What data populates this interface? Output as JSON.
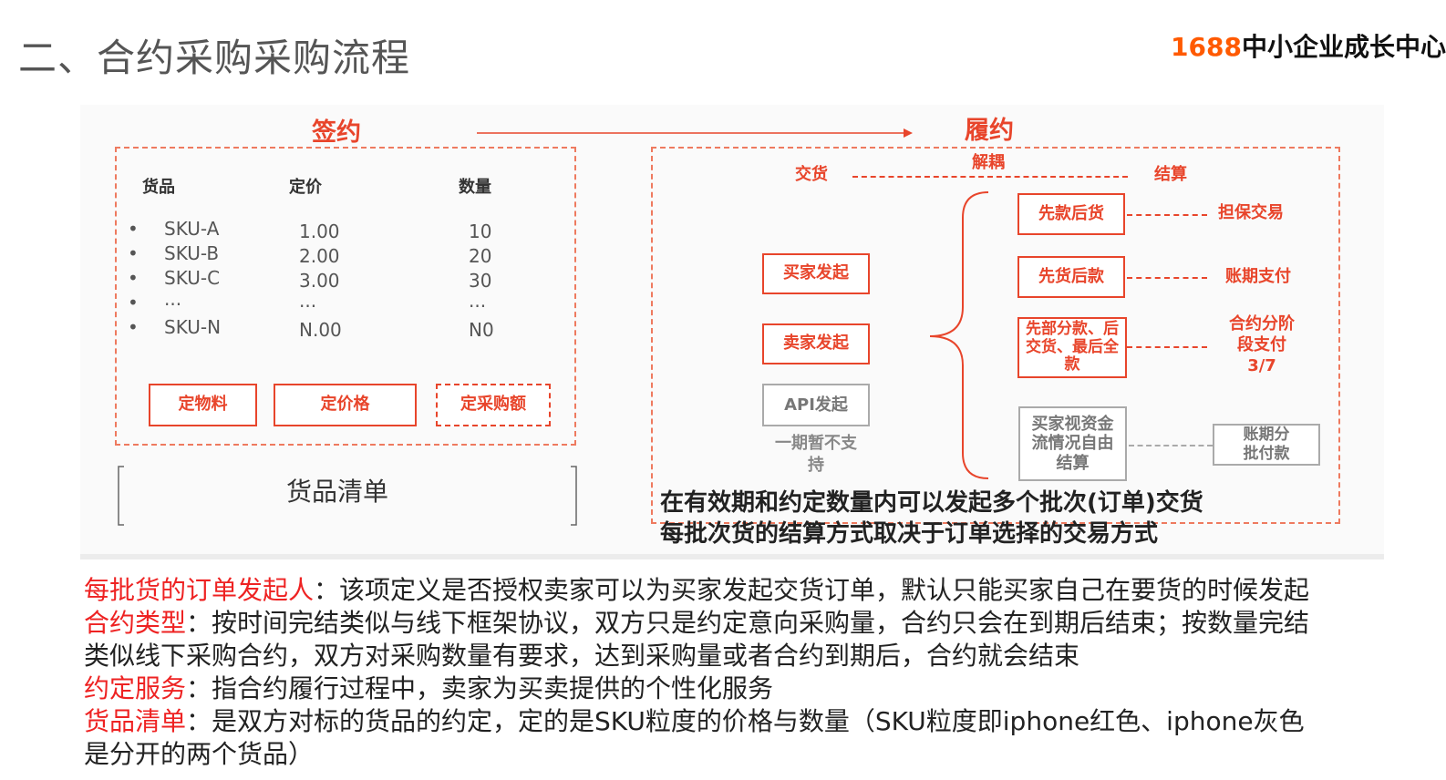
{
  "header": {
    "title": "二、合约采购采购流程",
    "logo_number": "1688",
    "logo_text": "中小企业成长中心"
  },
  "diagram": {
    "sign_title": "签约",
    "fulfill_title": "履约",
    "table": {
      "headers": [
        "货品",
        "定价",
        "数量"
      ],
      "rows": [
        {
          "sku": "SKU-A",
          "price": "1.00",
          "qty": "10"
        },
        {
          "sku": "SKU-B",
          "price": "2.00",
          "qty": "20"
        },
        {
          "sku": "SKU-C",
          "price": "3.00",
          "qty": "30"
        },
        {
          "sku": "...",
          "price": "...",
          "qty": "..."
        },
        {
          "sku": "SKU-N",
          "price": "N.00",
          "qty": "N0"
        }
      ]
    },
    "buttons": [
      "定物料",
      "定价格",
      "定采购额"
    ],
    "goods_list": "货品清单",
    "delivery": "交货",
    "decouple": "解耦",
    "settlement": "结算",
    "initiators": [
      "买家发起",
      "卖家发起",
      "API发起"
    ],
    "api_note": "一期暂不支持",
    "modes": [
      "先款后货",
      "先货后款",
      "先部分款、后交货、最后全款",
      "买家视资金流情况自由结算"
    ],
    "mode_results": [
      "担保交易",
      "账期支付",
      "合约分阶段支付3/7",
      "账期分批付款"
    ],
    "note_line1": "在有效期和约定数量内可以发起多个批次(订单)交货",
    "note_line2": "每批次货的结算方式取决于订单选择的交易方式"
  },
  "descriptions": [
    {
      "key": "每批货的订单发起人",
      "text": "：该项定义是否授权卖家可以为买家发起交货订单，默认只能买家自己在要货的时候发起"
    },
    {
      "key": "合约类型",
      "text": "：按时间完结类似与线下框架协议，双方只是约定意向采购量，合约只会在到期后结束；按数量完结"
    },
    {
      "key": "",
      "text": "类似线下采购合约，双方对采购数量有要求，达到采购量或者合约到期后，合约就会结束"
    },
    {
      "key": "约定服务",
      "text": "：指合约履行过程中，卖家为买卖提供的个性化服务"
    },
    {
      "key": "货品清单",
      "text": "：是双方对标的货品的约定，定的是SKU粒度的价格与数量（SKU粒度即iphone红色、iphone灰色"
    },
    {
      "key": "",
      "text": "是分开的两个货品）"
    }
  ],
  "colors": {
    "accent": "#e8452b",
    "key_red": "#ee2222",
    "logo_orange": "#ff5a00"
  }
}
